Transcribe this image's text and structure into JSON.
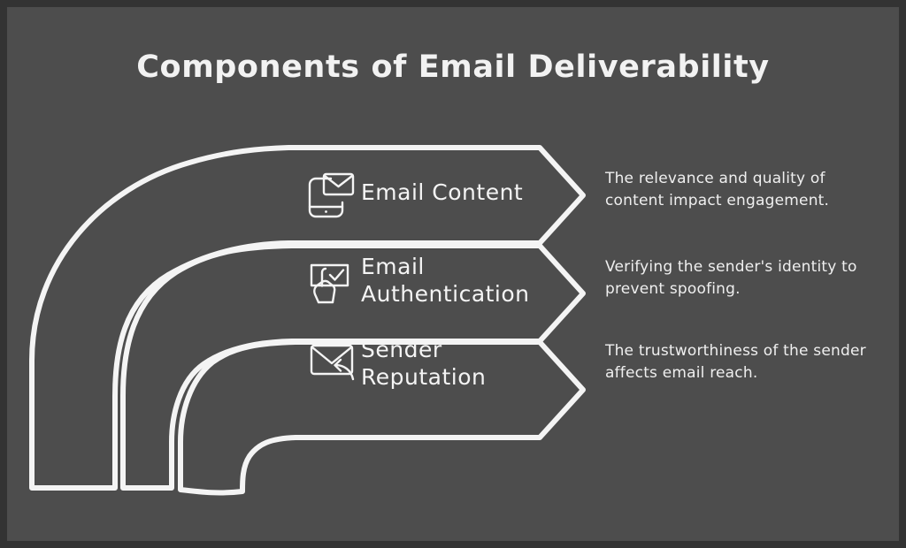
{
  "page": {
    "title": "Components of Email Deliverability",
    "background_color": "#4d4d4d",
    "border_color": "#333333",
    "stroke_color": "#f4f4f4",
    "text_color": "#f2f2f2"
  },
  "diagram": {
    "type": "curved-arrow-list",
    "band_count": 3,
    "bands": [
      {
        "index": 1,
        "icon": "mobile-email-icon",
        "label": "Email Content",
        "label_lines": [
          "Email Content"
        ],
        "description": "The relevance and quality of content impact engagement."
      },
      {
        "index": 2,
        "icon": "hand-checkbox-icon",
        "label": "Email Authentication",
        "label_lines": [
          "Email",
          "Authentication"
        ],
        "description": "Verifying the sender's identity to prevent spoofing."
      },
      {
        "index": 3,
        "icon": "envelope-reply-icon",
        "label": "Sender Reputation",
        "label_lines": [
          "Sender",
          "Reputation"
        ],
        "description": "The trustworthiness of the sender affects email reach."
      }
    ]
  }
}
